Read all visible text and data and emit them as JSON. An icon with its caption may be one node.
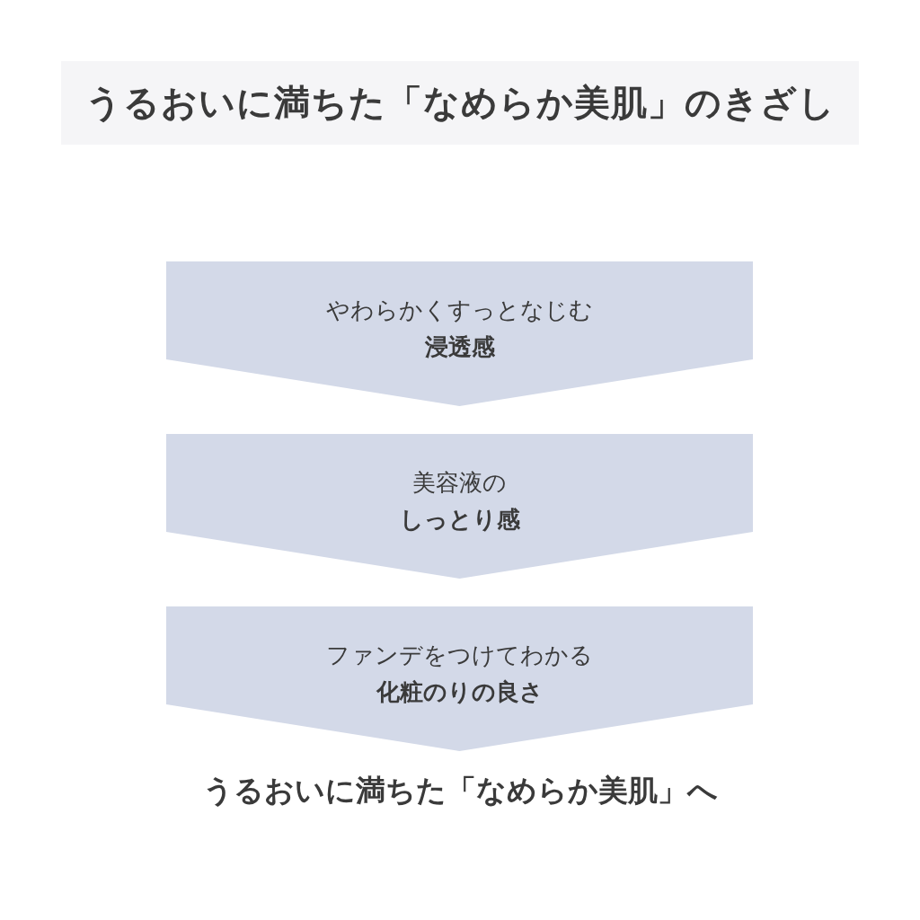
{
  "diagram": {
    "title": "うるおいに満ちた「なめらか美肌」のきざし",
    "nodes": [
      {
        "text": [
          "やわらかくすっとなじむ",
          "浸透感"
        ]
      },
      {
        "text": [
          "美容液の",
          "しっとり感"
        ]
      },
      {
        "text": [
          "ファンデをつけてわかる",
          "化粧のりの良さ"
        ]
      }
    ],
    "labels": [
      "うるおいに満ちた「なめらか美肌」へ"
    ]
  }
}
